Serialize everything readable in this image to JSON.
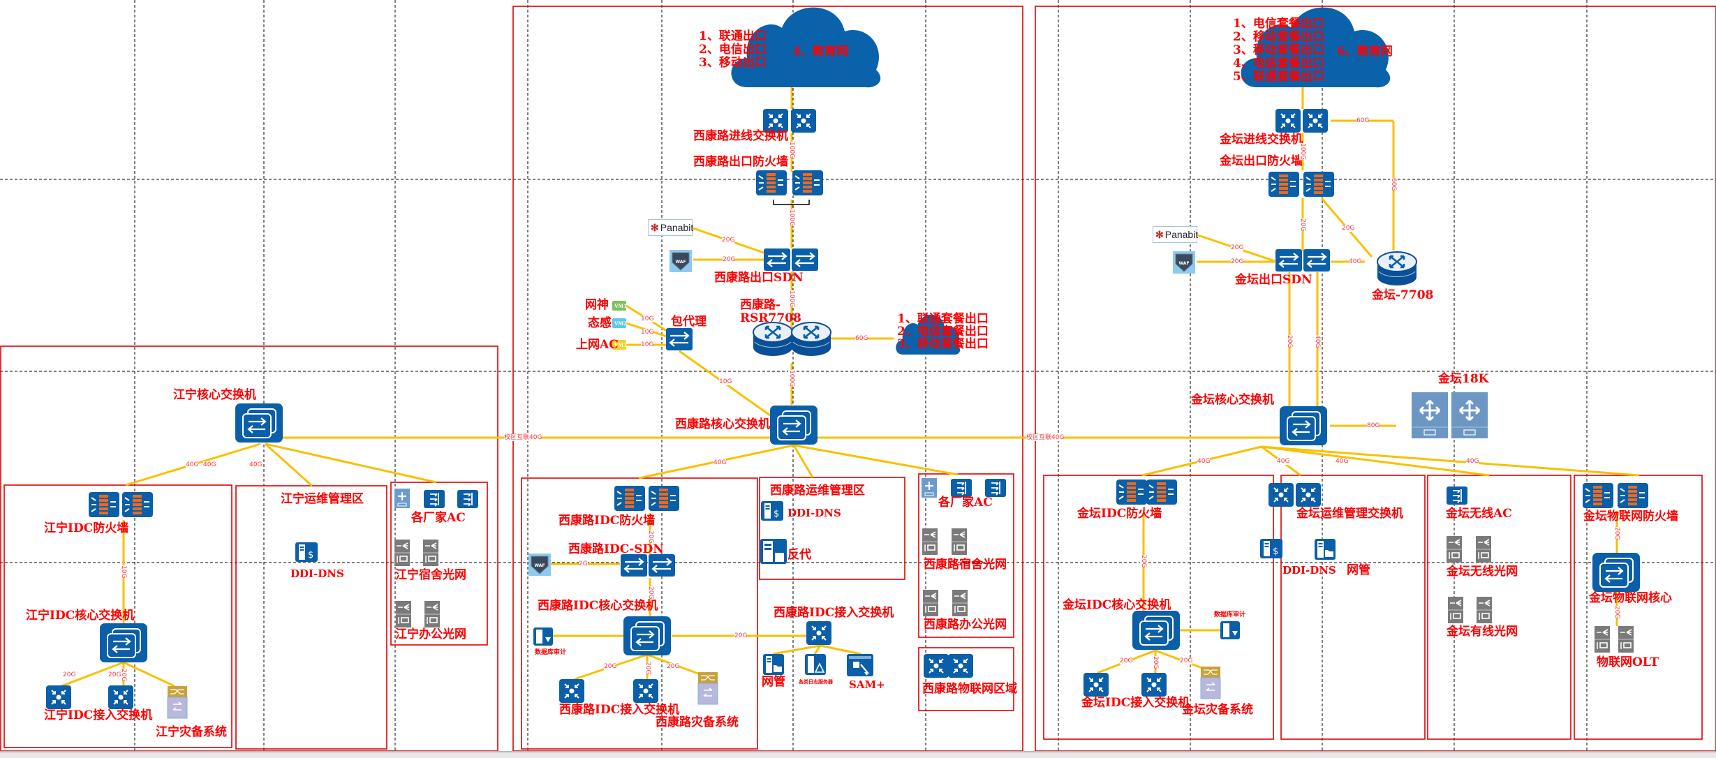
{
  "campus_link_label": "校区互联40G",
  "xikang": {
    "cloud_main_lines": [
      "1、联通出口",
      "2、电信出口",
      "3、移动出口"
    ],
    "cloud_main_right": "4、教育网",
    "entry_switch": "西康路进线交换机",
    "exit_firewall": "西康路出口防火墙",
    "panabit": "Panabit",
    "waf": "WAF",
    "exit_sdn": "西康路出口SDN",
    "router": "西康路-\nRSR7708",
    "router_l1": "西康路-",
    "router_l2": "RSR7708",
    "pkg_cloud": [
      "1、联通套餐出口",
      "2、电信套餐出口",
      "3、移动套餐出口"
    ],
    "proxy": "包代理",
    "vms": [
      {
        "label": "网神",
        "tag": "VM1",
        "color": "#7cc35a"
      },
      {
        "label": "态感",
        "tag": "VM2",
        "color": "#5ec8ea"
      },
      {
        "label": "上网AC",
        "tag": "VM3",
        "color": "#f5d02a"
      }
    ],
    "core": "西康路核心交换机",
    "idc_fw": "西康路IDC防火墙",
    "idc_sdn": "西康路IDC-SDN",
    "idc_core": "西康路IDC核心交换机",
    "db_audit": "数据库审计",
    "idc_access": "西康路IDC接入交换机",
    "dr": "西康路灾备系统",
    "idc_access2": "西康路IDC接入交换机",
    "nms": "网管",
    "log_server": "各类日志服务器",
    "sam": "SAM+",
    "ops_zone": "西康路运维管理区",
    "ddi": "DDI-DNS",
    "rproxy": "反代",
    "vendor_ac": "各厂家AC",
    "dorm_pon": "西康路宿舍光网",
    "office_pon": "西康路办公光网",
    "iot_zone": "西康路物联网区域"
  },
  "jiangning": {
    "core": "江宁核心交换机",
    "idc_fw": "江宁IDC防火墙",
    "idc_core": "江宁IDC核心交换机",
    "idc_access": "江宁IDC接入交换机",
    "dr": "江宁灾备系统",
    "ops_zone": "江宁运维管理区",
    "ddi": "DDI-DNS",
    "vendor_ac": "各厂家AC",
    "dorm_pon": "江宁宿舍光网",
    "office_pon": "江宁办公光网"
  },
  "jintan": {
    "cloud_lines": [
      "1、电信套餐出口",
      "2、移动套餐出口",
      "3、移动套餐出口",
      "4、电信套餐出口",
      "5、联通套餐出口"
    ],
    "cloud_right": "6、教育网",
    "entry_switch": "金坛进线交换机",
    "exit_firewall": "金坛出口防火墙",
    "panabit": "Panabit",
    "waf": "WAF",
    "exit_sdn": "金坛出口SDN",
    "router": "金坛-7708",
    "s18k": "金坛18K",
    "core": "金坛核心交换机",
    "idc_fw": "金坛IDC防火墙",
    "idc_core": "金坛IDC核心交换机",
    "db_audit": "数据库审计",
    "idc_access": "金坛IDC接入交换机",
    "dr": "金坛灾备系统",
    "ops_switch": "金坛运维管理交换机",
    "ddi": "DDI-DNS",
    "nms": "网管",
    "wlan_ac": "金坛无线AC",
    "wlan_pon": "金坛无线光网",
    "wired_pon": "金坛有线光网",
    "iot_fw": "金坛物联网防火墙",
    "iot_core": "金坛物联网核心",
    "iot_olt": "物联网OLT"
  },
  "links": {
    "g100": "100G",
    "g60": "60G",
    "g40": "40G",
    "g20": "20G",
    "g10": "10G",
    "g80": "80G",
    "g2": "2G",
    "g20v": "20G"
  },
  "colors": {
    "link": "#f9c000",
    "label": "#ff0000",
    "device": "#0a5fa8",
    "zone": "#e00000",
    "firewall_brick": "#ec6a1e",
    "pon": "#7a7a7a"
  }
}
